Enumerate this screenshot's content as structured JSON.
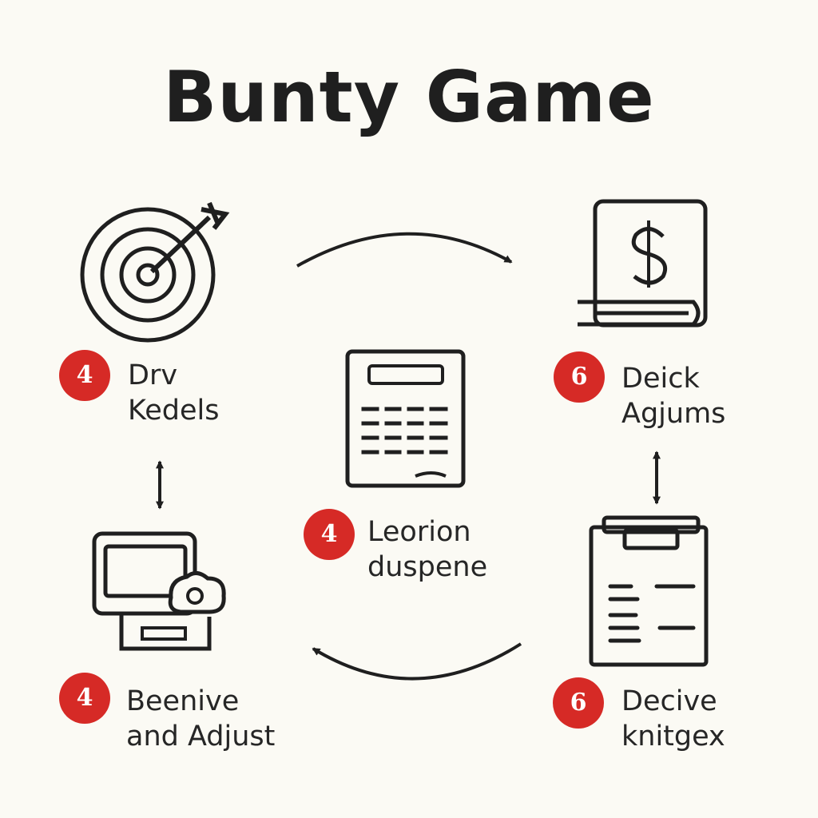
{
  "title": "Bunty Game",
  "steps": [
    {
      "badge": "4",
      "line1": "Drv",
      "line2": "Kedels"
    },
    {
      "badge": "6",
      "line1": "Deick",
      "line2": "Agjums"
    },
    {
      "badge": "4",
      "line1": "Leorion",
      "line2": "duspene"
    },
    {
      "badge": "4",
      "line1": "Beenive",
      "line2": "and Adjust"
    },
    {
      "badge": "6",
      "line1": "Decive",
      "line2": "knitgex"
    }
  ],
  "icons": {
    "top_left": "target-icon",
    "top_right": "dollar-document-icon",
    "center": "calculator-icon",
    "bottom_left": "computer-cloud-icon",
    "bottom_right": "clipboard-icon"
  },
  "colors": {
    "accent": "#d62a26",
    "ink": "#1f1f1f",
    "background": "#fbfaf4"
  }
}
